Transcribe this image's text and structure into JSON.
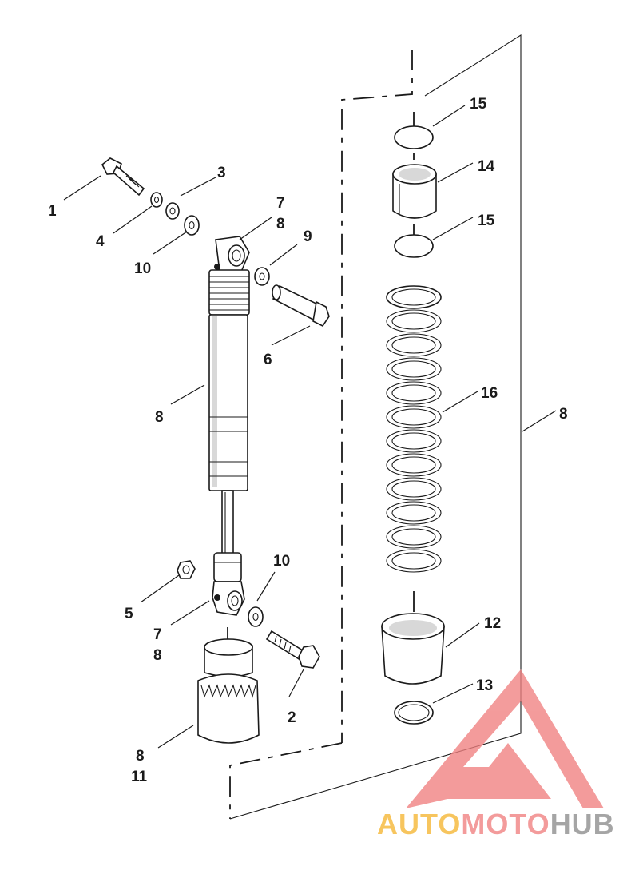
{
  "callouts": [
    {
      "id": "c1",
      "text": "1"
    },
    {
      "id": "c2",
      "text": "2"
    },
    {
      "id": "c3",
      "text": "3"
    },
    {
      "id": "c4",
      "text": "4"
    },
    {
      "id": "c5",
      "text": "5"
    },
    {
      "id": "c6",
      "text": "6"
    },
    {
      "id": "c7a",
      "text": "7"
    },
    {
      "id": "c8a",
      "text": "8"
    },
    {
      "id": "c9",
      "text": "9"
    },
    {
      "id": "c10a",
      "text": "10"
    },
    {
      "id": "c8b",
      "text": "8"
    },
    {
      "id": "c10b",
      "text": "10"
    },
    {
      "id": "c7b",
      "text": "7"
    },
    {
      "id": "c8c",
      "text": "8"
    },
    {
      "id": "c8d",
      "text": "8"
    },
    {
      "id": "c11",
      "text": "11"
    },
    {
      "id": "c15a",
      "text": "15"
    },
    {
      "id": "c14",
      "text": "14"
    },
    {
      "id": "c15b",
      "text": "15"
    },
    {
      "id": "c16",
      "text": "16"
    },
    {
      "id": "c8e",
      "text": "8"
    },
    {
      "id": "c12",
      "text": "12"
    },
    {
      "id": "c13",
      "text": "13"
    }
  ],
  "watermark": {
    "part1": "AUTO",
    "part2": "MOTO",
    "part3": "HUB",
    "colors": {
      "auto": "#f5b631",
      "moto": "#f08080",
      "hub": "#8c8c8c"
    }
  }
}
